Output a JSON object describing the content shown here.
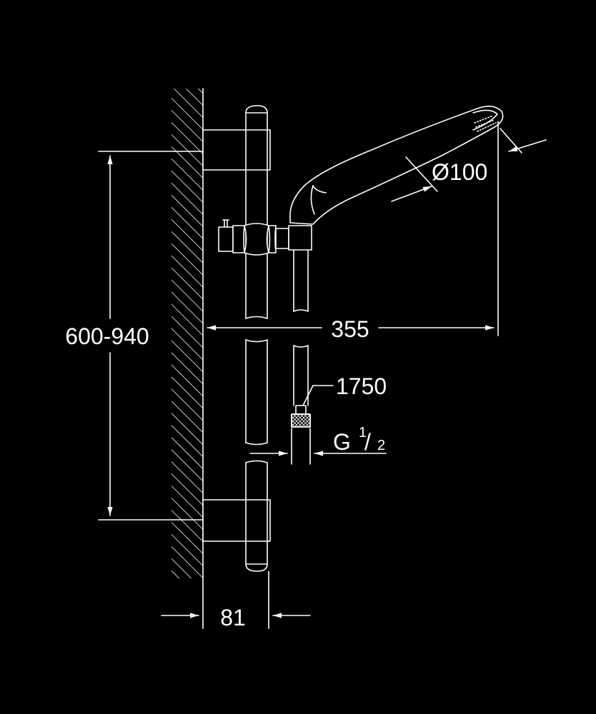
{
  "dimensions": {
    "height_range": "600-940",
    "projection": "355",
    "head_diameter": "Ø100",
    "hose_length": "1750",
    "thread_prefix": "G",
    "thread_num": "1",
    "thread_den": "2",
    "wall_offset": "81"
  },
  "colors": {
    "background": "#000000",
    "line": "#ffffff"
  }
}
